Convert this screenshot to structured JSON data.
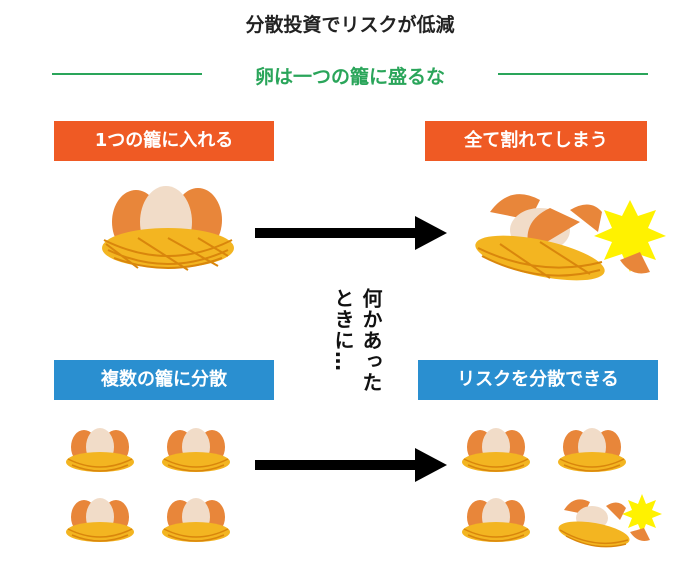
{
  "title": "分散投資でリスクが低減",
  "subtitle": "卵は一つの籠に盛るな",
  "labels": {
    "one_basket": "1つの籠に入れる",
    "all_broken": "全て割れてしまう",
    "multiple_baskets": "複数の籠に分散",
    "risk_spread": "リスクを分散できる"
  },
  "annotation": {
    "line1": "何かあった",
    "line2": "ときに…"
  },
  "colors": {
    "accent_green": "#2aa55a",
    "label_orange": "#ef5a24",
    "label_blue": "#2a8fd0",
    "egg": "#e8863a",
    "egg_light": "#f1dcc8",
    "nest": "#f3b521",
    "burst": "#fff200"
  }
}
